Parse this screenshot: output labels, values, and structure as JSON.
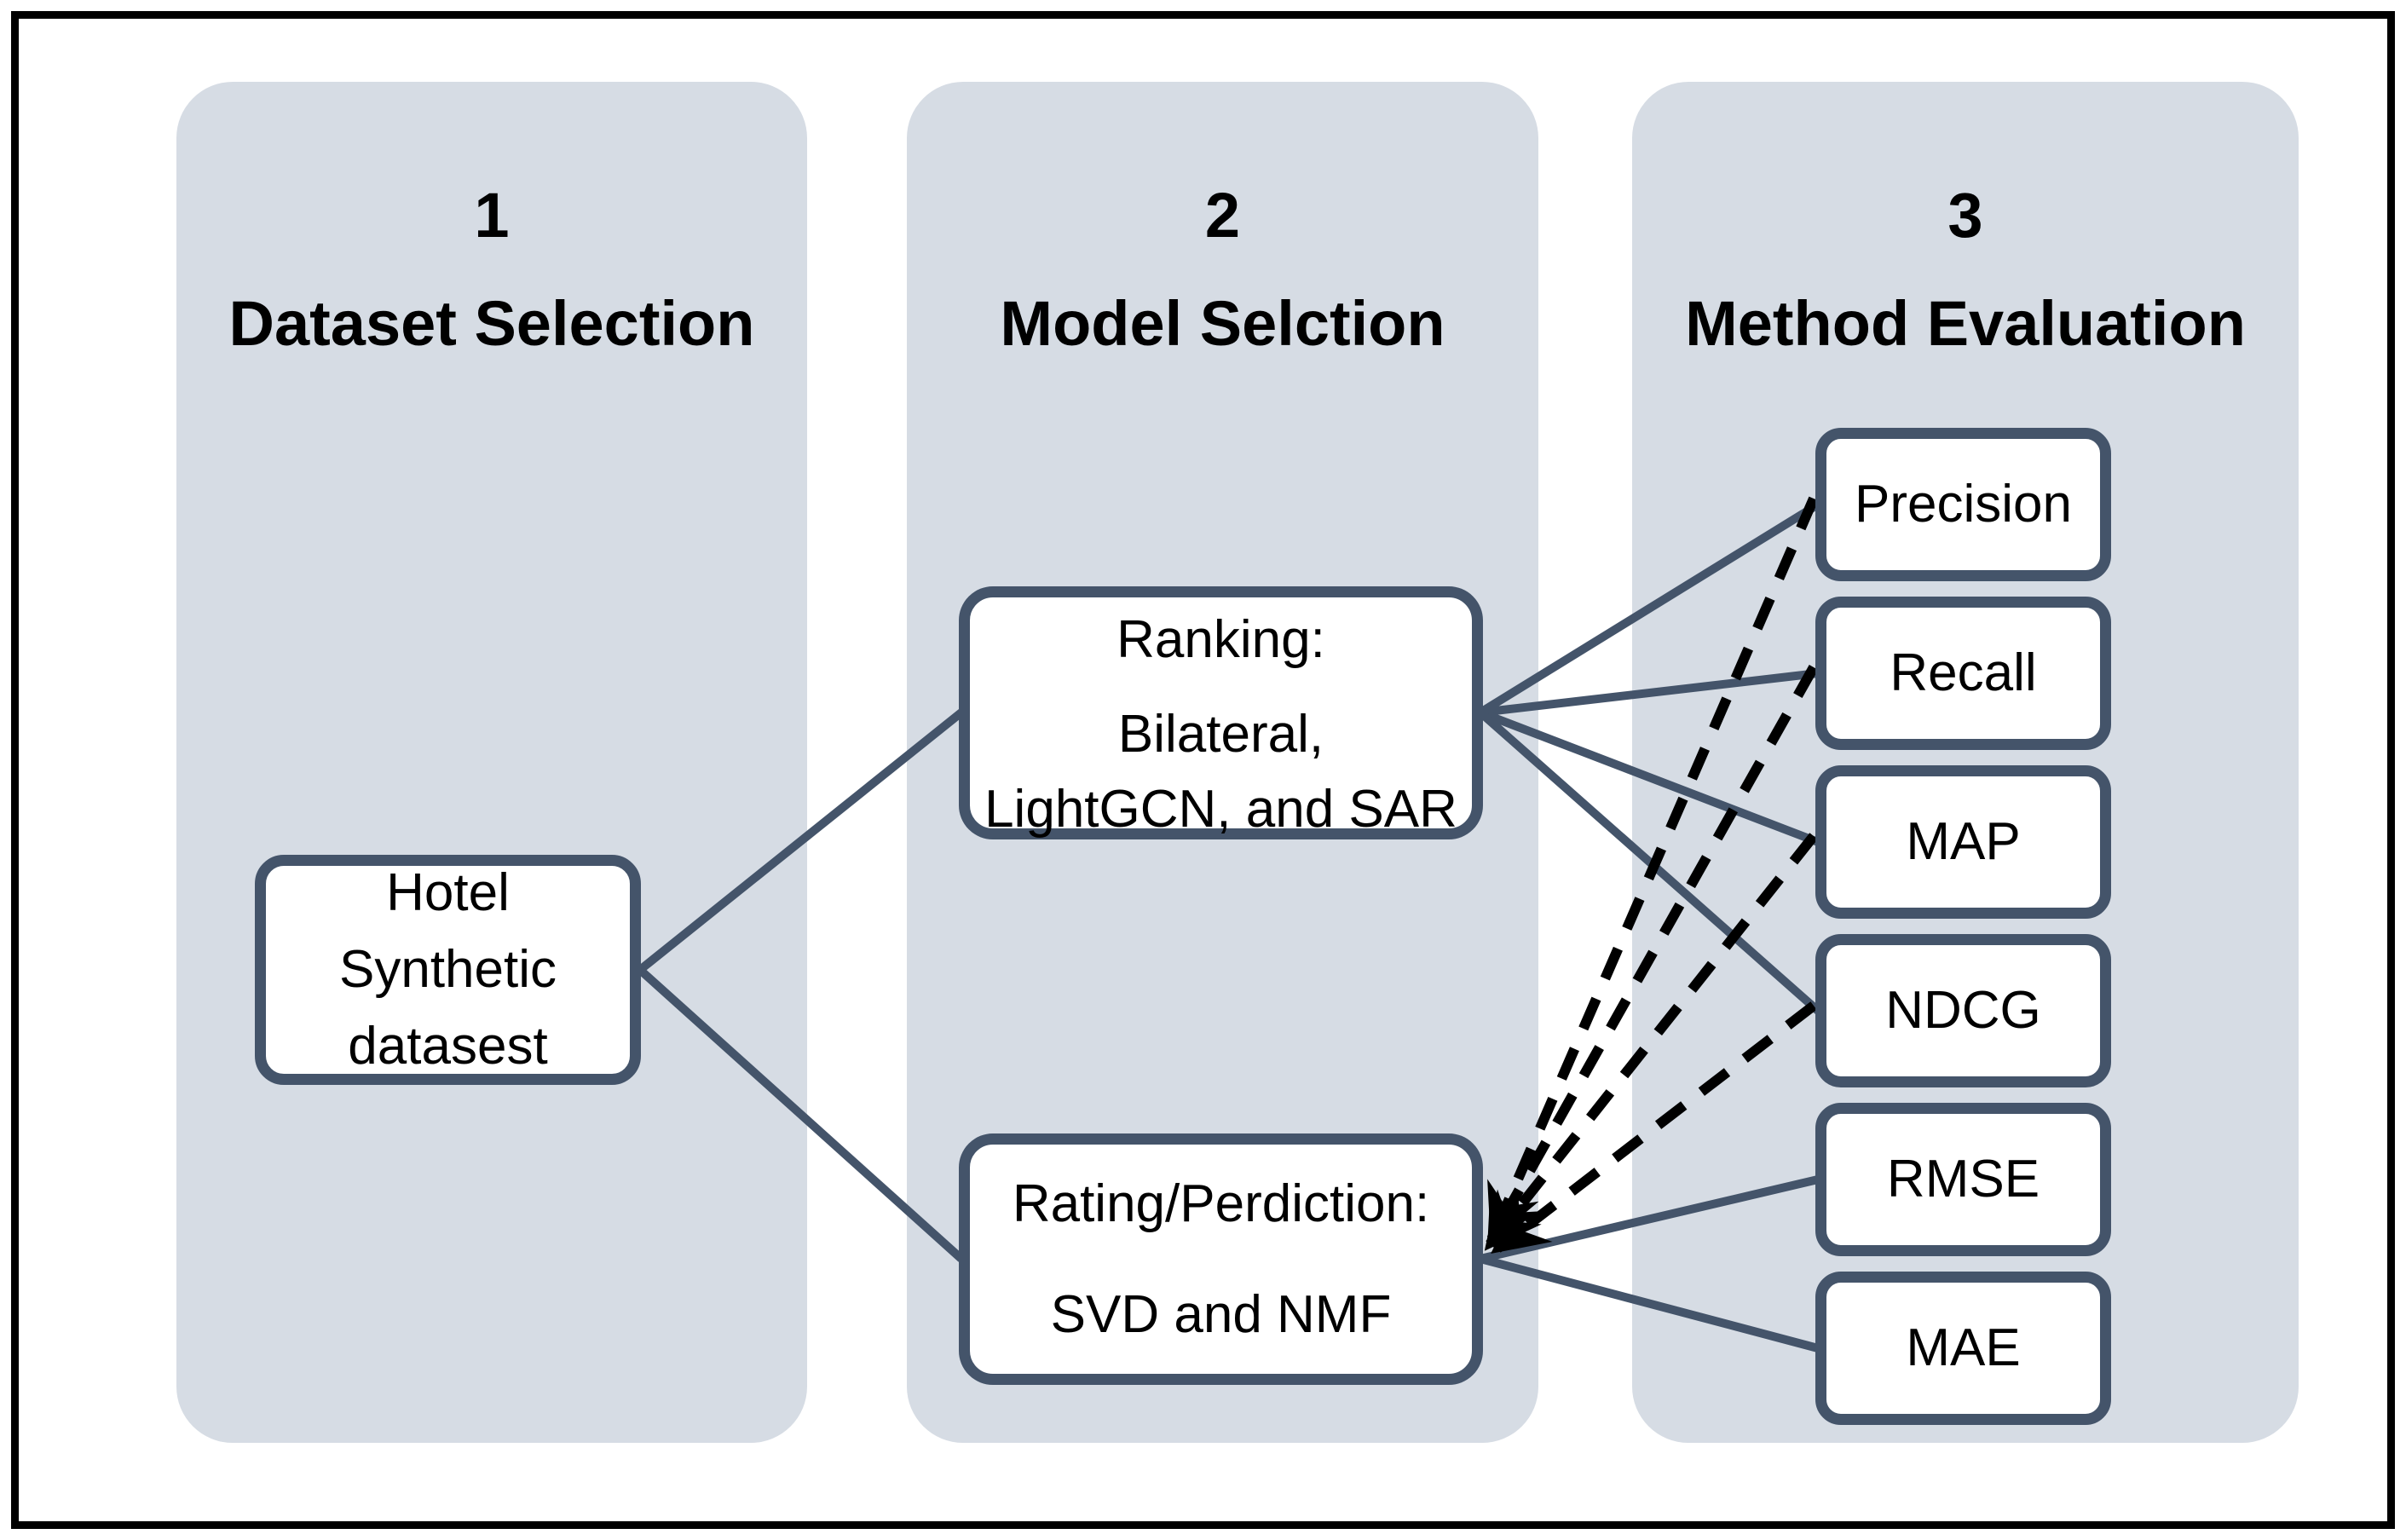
{
  "columns": [
    {
      "number": "1",
      "title": "Dataset Selection"
    },
    {
      "number": "2",
      "title": "Model Selction"
    },
    {
      "number": "3",
      "title": "Method Evaluation"
    }
  ],
  "dataset_box": {
    "lines": [
      "Hotel",
      "Synthetic",
      "datasest"
    ]
  },
  "ranking_box": {
    "lines": [
      "Ranking:",
      "Bilateral,",
      "LightGCN, and SAR"
    ]
  },
  "rating_box": {
    "lines": [
      "Rating/Perdiction:",
      "SVD and NMF"
    ]
  },
  "metrics": [
    "Precision",
    "Recall",
    "MAP",
    "NDCG",
    "RMSE",
    "MAE"
  ],
  "connections": {
    "solid": [
      {
        "from": "Hotel Synthetic datasest",
        "to": "Ranking: Bilateral, LightGCN, and SAR"
      },
      {
        "from": "Hotel Synthetic datasest",
        "to": "Rating/Perdiction: SVD and NMF"
      },
      {
        "from": "Ranking: Bilateral, LightGCN, and SAR",
        "to": "Precision"
      },
      {
        "from": "Ranking: Bilateral, LightGCN, and SAR",
        "to": "Recall"
      },
      {
        "from": "Ranking: Bilateral, LightGCN, and SAR",
        "to": "MAP"
      },
      {
        "from": "Ranking: Bilateral, LightGCN, and SAR",
        "to": "NDCG"
      },
      {
        "from": "Rating/Perdiction: SVD and NMF",
        "to": "RMSE"
      },
      {
        "from": "Rating/Perdiction: SVD and NMF",
        "to": "MAE"
      }
    ],
    "dashed_arrows": [
      {
        "from": "Precision",
        "to": "Rating/Perdiction: SVD and NMF"
      },
      {
        "from": "Recall",
        "to": "Rating/Perdiction: SVD and NMF"
      },
      {
        "from": "MAP",
        "to": "Rating/Perdiction: SVD and NMF"
      },
      {
        "from": "NDCG",
        "to": "Rating/Perdiction: SVD and NMF"
      }
    ]
  },
  "colors": {
    "accent": "#44546A",
    "column_bg": "#D6DCE4",
    "box_bg": "#FFFFFF",
    "dashed": "#000000",
    "frame": "#000000",
    "text": "#000000"
  }
}
